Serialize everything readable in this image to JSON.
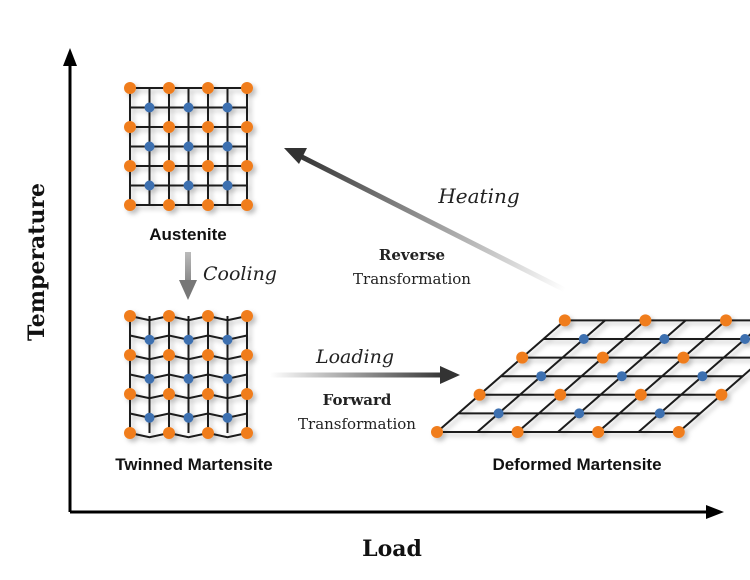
{
  "axes": {
    "x_label": "Load",
    "y_label": "Temperature"
  },
  "phases": {
    "austenite": {
      "label": "Austenite"
    },
    "twinned": {
      "label": "Twinned Martensite"
    },
    "deformed": {
      "label": "Deformed Martensite"
    }
  },
  "transitions": {
    "cooling": {
      "label": "Cooling"
    },
    "loading": {
      "label": "Loading",
      "type_bold": "Forward",
      "type_text": "Transformation"
    },
    "heating": {
      "label": "Heating",
      "type_bold": "Reverse",
      "type_text": "Transformation"
    }
  },
  "colors": {
    "corner_atom": "#f07d1f",
    "center_atom": "#3d6fb0",
    "lattice": "#1a1a1a",
    "arrow": "#333333"
  }
}
